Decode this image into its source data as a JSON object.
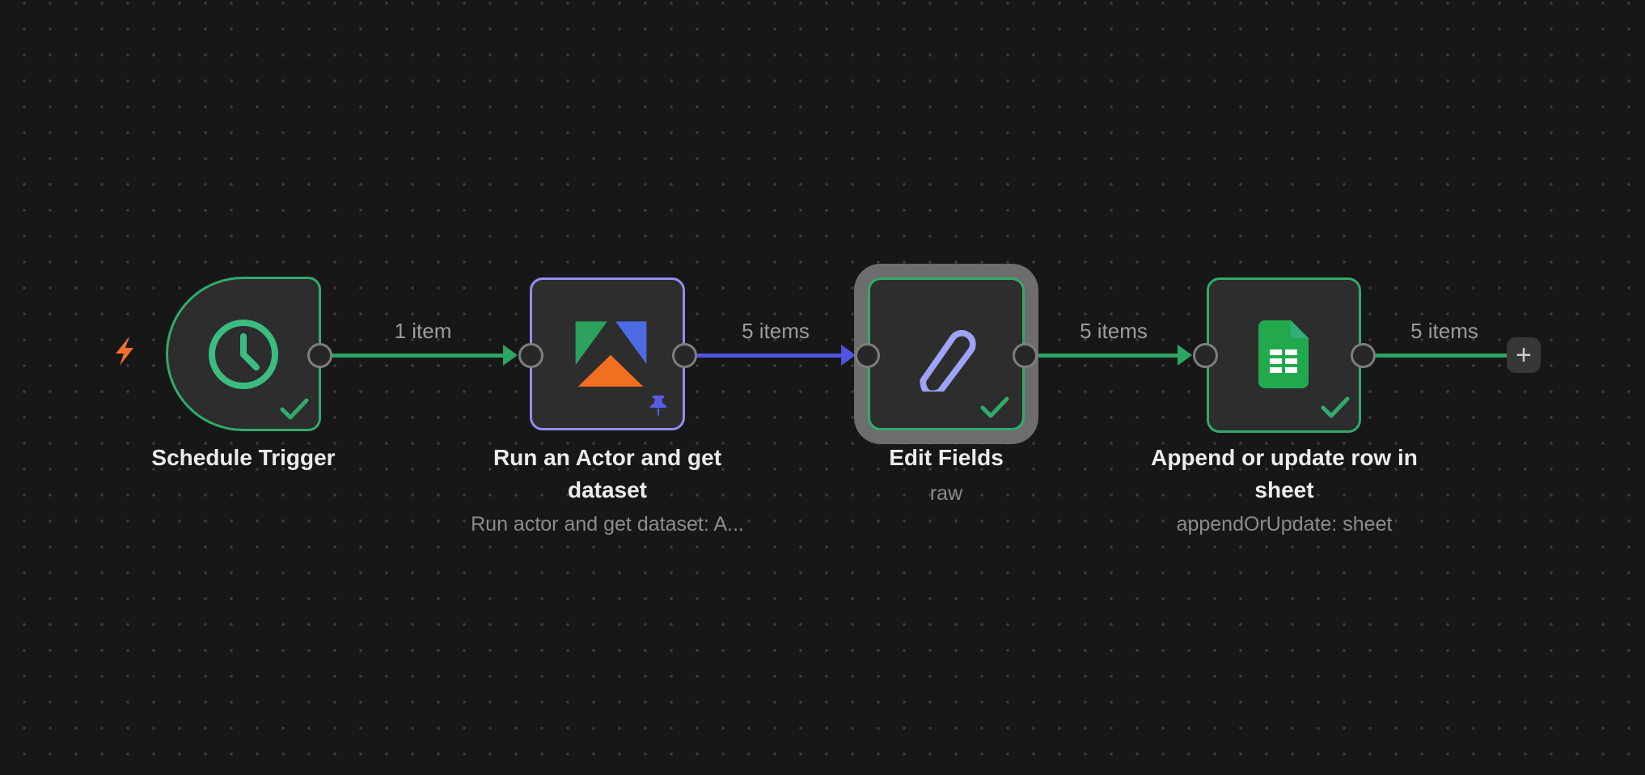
{
  "colors": {
    "bg": "#171717",
    "dot": "#3b3b3b",
    "node-bg": "#2d2d2d",
    "green": "#31ab6c",
    "green-line": "#2da562",
    "blue": "#4f55e0",
    "lavender": "#928ef2",
    "pencil": "#9ea3f6",
    "pin-color": "#575ce8",
    "orange": "#f2702b",
    "ring": "#6d6d6d",
    "title": "#ececec",
    "subtitle": "#8c8c8c",
    "label": "#9c9c9c",
    "port-fill": "#272727",
    "port-stroke": "#7e7e7e",
    "plus-bg": "#373737",
    "plus-fg": "#cdcdcd",
    "apify-green": "#2ba25d",
    "apify-blue": "#4d6be4",
    "apify-orange": "#f26f22",
    "sheets-green": "#22a94e",
    "sheets-fold": "#2fae7e"
  },
  "workflow": {
    "nodes": [
      {
        "id": "schedule-trigger",
        "title": "Schedule Trigger",
        "subtitle": "",
        "icon": "clock-icon",
        "type": "trigger",
        "status": "success"
      },
      {
        "id": "run-actor",
        "title": "Run an Actor and get dataset",
        "subtitle": "Run actor and get dataset: A...",
        "icon": "apify-logo-icon",
        "type": "action",
        "status": "pinned"
      },
      {
        "id": "edit-fields",
        "title": "Edit Fields",
        "subtitle": "raw",
        "icon": "pencil-icon",
        "type": "action",
        "status": "success-selected"
      },
      {
        "id": "append-sheet",
        "title": "Append or update row in sheet",
        "subtitle": "appendOrUpdate: sheet",
        "icon": "google-sheets-icon",
        "type": "action",
        "status": "success"
      }
    ],
    "connections": [
      {
        "from": "schedule-trigger",
        "to": "run-actor",
        "label": "1 item",
        "color": "green"
      },
      {
        "from": "run-actor",
        "to": "edit-fields",
        "label": "5 items",
        "color": "blue"
      },
      {
        "from": "edit-fields",
        "to": "append-sheet",
        "label": "5 items",
        "color": "green"
      },
      {
        "from": "append-sheet",
        "to": "add-node",
        "label": "5 items",
        "color": "green"
      }
    ],
    "add_button": {
      "label": "+"
    }
  }
}
